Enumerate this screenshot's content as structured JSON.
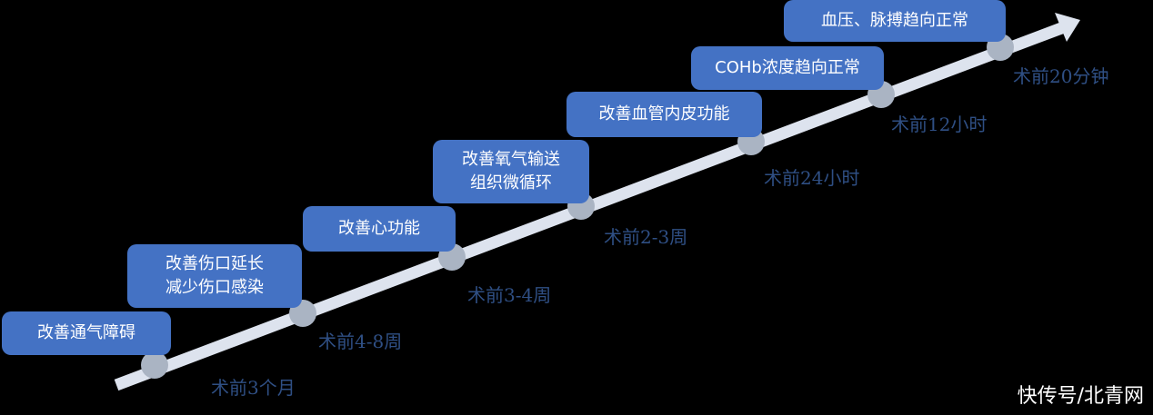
{
  "colors": {
    "background": "#000000",
    "box_fill": "#4472C4",
    "box_text": "#FFFFFF",
    "arrow": "#DDE3EE",
    "node": "#AAB4C3",
    "time_label": "#2F4F84"
  },
  "milestones": [
    {
      "time": "术前3个月",
      "lines": [
        "改善通气障碍"
      ]
    },
    {
      "time": "术前4-8周",
      "lines": [
        "改善伤口延长",
        "减少伤口感染"
      ]
    },
    {
      "time": "术前3-4周",
      "lines": [
        "改善心功能"
      ]
    },
    {
      "time": "术前2-3周",
      "lines": [
        "改善氧气输送",
        "组织微循环"
      ]
    },
    {
      "time": "术前24小时",
      "lines": [
        "改善血管内皮功能"
      ]
    },
    {
      "time": "术前12小时",
      "lines": [
        "COHb浓度趋向正常"
      ]
    },
    {
      "time": "术前20分钟",
      "lines": [
        "血压、脉搏趋向正常"
      ]
    }
  ],
  "watermark": "快传号/北青网"
}
